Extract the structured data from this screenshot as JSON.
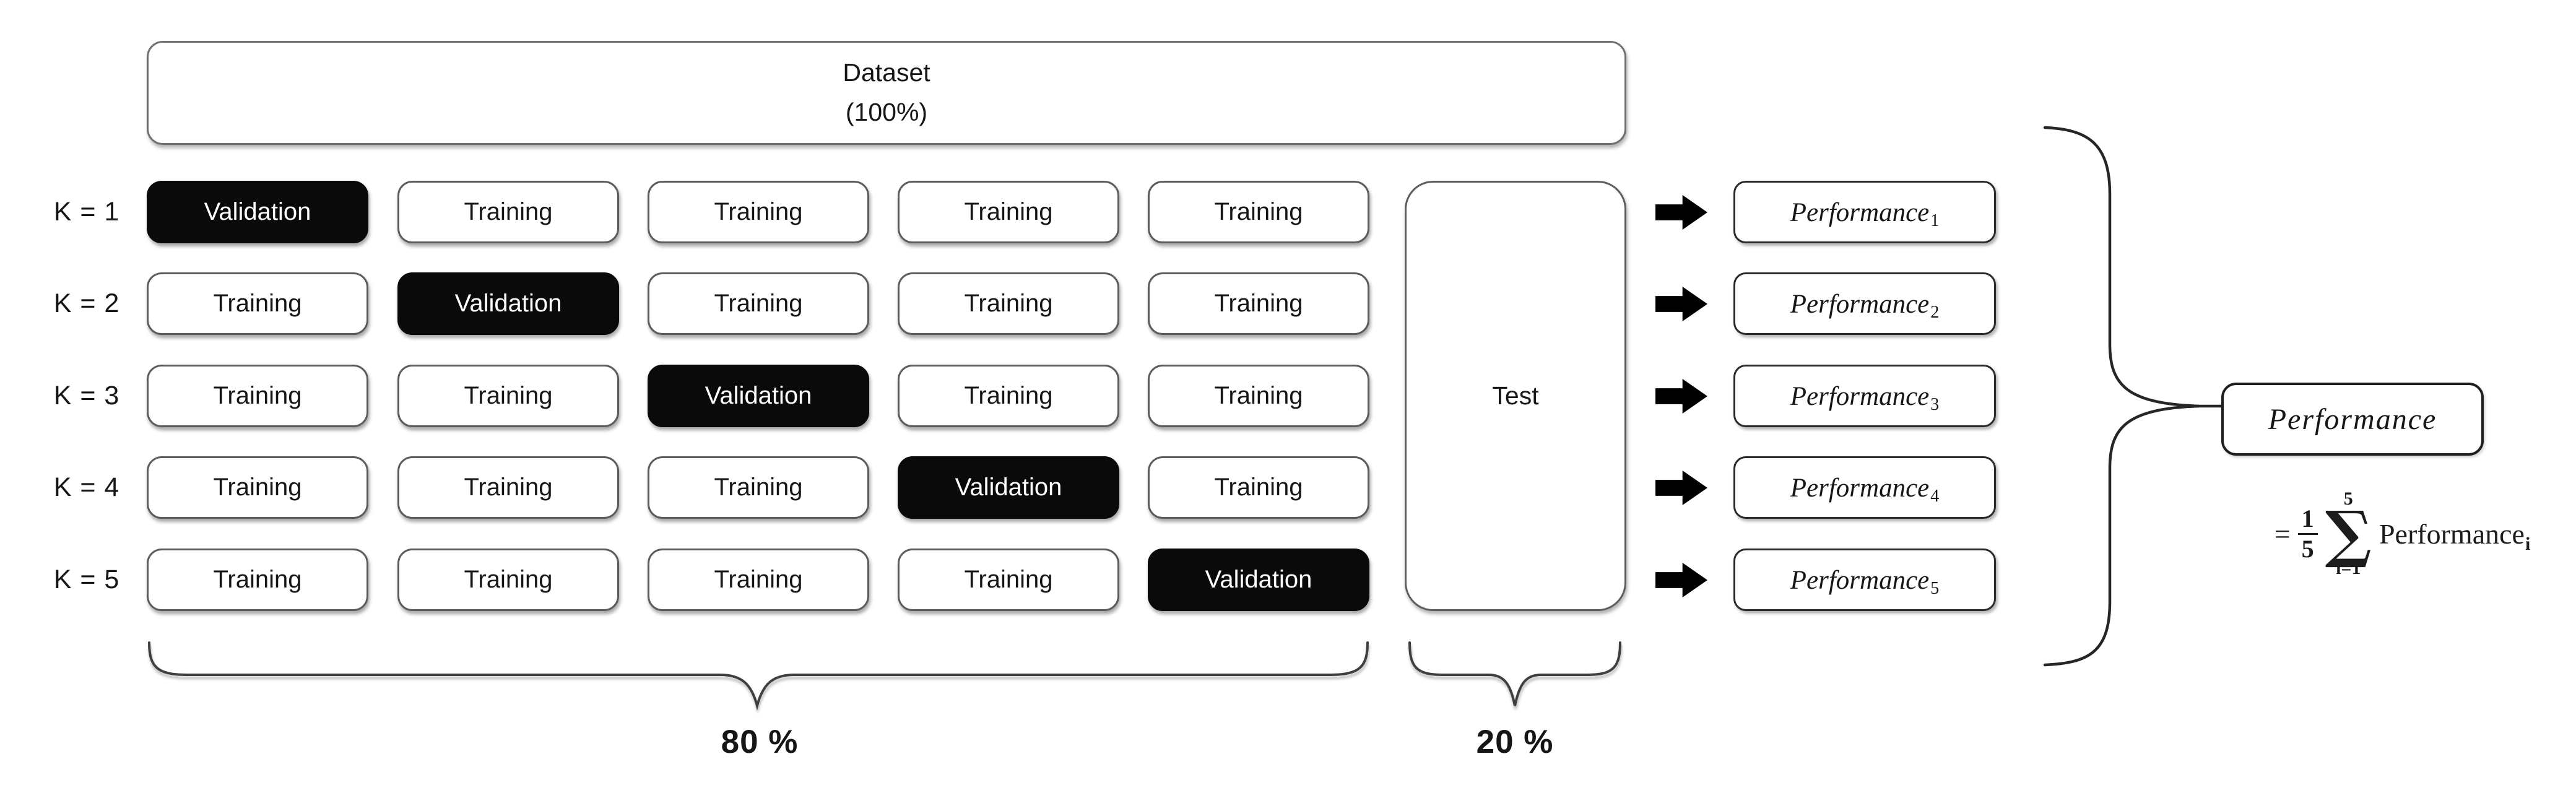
{
  "dataset": {
    "line1": "Dataset",
    "line2": "(100%)"
  },
  "folds": {
    "k_labels": [
      "K = 1",
      "K = 2",
      "K = 3",
      "K = 4",
      "K = 5"
    ],
    "rows": [
      {
        "cells": [
          "Validation",
          "Training",
          "Training",
          "Training",
          "Training"
        ]
      },
      {
        "cells": [
          "Training",
          "Validation",
          "Training",
          "Training",
          "Training"
        ]
      },
      {
        "cells": [
          "Training",
          "Training",
          "Validation",
          "Training",
          "Training"
        ]
      },
      {
        "cells": [
          "Training",
          "Training",
          "Training",
          "Validation",
          "Training"
        ]
      },
      {
        "cells": [
          "Training",
          "Training",
          "Training",
          "Training",
          "Validation"
        ]
      }
    ]
  },
  "test": {
    "label": "Test"
  },
  "performances": [
    {
      "base": "Performance",
      "sub": "1"
    },
    {
      "base": "Performance",
      "sub": "2"
    },
    {
      "base": "Performance",
      "sub": "3"
    },
    {
      "base": "Performance",
      "sub": "4"
    },
    {
      "base": "Performance",
      "sub": "5"
    }
  ],
  "splits": {
    "train": "80 %",
    "test": "20 %"
  },
  "summary": {
    "box_label": "Performance",
    "formula": {
      "equals": "=",
      "numerator": "1",
      "denominator": "5",
      "sigma": "∑",
      "upper": "5",
      "lower": "i=1",
      "term": "Performance",
      "term_sub": "i"
    }
  },
  "colors": {
    "validation_bg": "#0a0a0a",
    "validation_text": "#ffffff",
    "box_border": "#5c5c5c",
    "ink": "#161616"
  }
}
